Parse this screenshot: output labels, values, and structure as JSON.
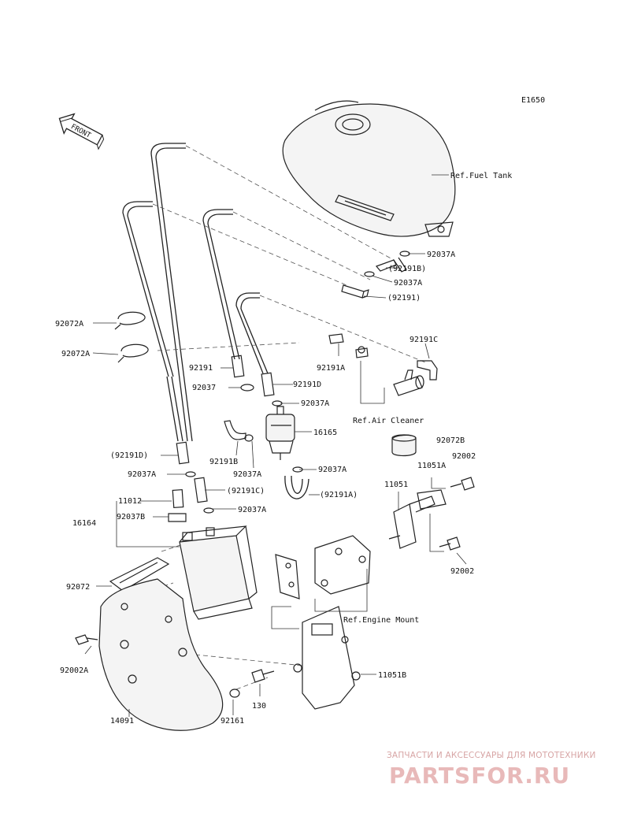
{
  "diagram_code": "E1650",
  "front_label": "FRONT",
  "refs": {
    "fuel_tank": "Ref.Fuel Tank",
    "air_cleaner": "Ref.Air Cleaner",
    "engine_mount": "Ref.Engine Mount"
  },
  "callouts": {
    "p92037A_1": "92037A",
    "p92191B_paren": "(92191B)",
    "p92037A_2": "92037A",
    "p92191_paren": "(92191)",
    "p92072A_1": "92072A",
    "p92072A_2": "92072A",
    "p92191C": "92191C",
    "p92191A": "92191A",
    "p92191": "92191",
    "p92191D": "92191D",
    "p92037": "92037",
    "p92037A_3": "92037A",
    "p16165": "16165",
    "p92191B": "92191B",
    "p92037A_4": "92037A",
    "p92191D_paren": "(92191D)",
    "p92037A_5": "92037A",
    "p92037A_6": "92037A",
    "p11012": "11012",
    "p92191C_paren": "(92191C)",
    "p16164": "16164",
    "p92037B": "92037B",
    "p92037A_7": "92037A",
    "p92191A_paren": "(92191A)",
    "p92072B": "92072B",
    "p11051A": "11051A",
    "p92002_1": "92002",
    "p11051": "11051",
    "p92002_2": "92002",
    "p92072": "92072",
    "p92002A": "92002A",
    "p11051B": "11051B",
    "p130": "130",
    "p14091": "14091",
    "p92161": "92161"
  },
  "watermark": {
    "line1": "ЗАПЧАСТИ И АКСЕССУАРЫ ДЛЯ МОТОТЕХНИКИ",
    "line2": "PARTSFOR.RU"
  }
}
